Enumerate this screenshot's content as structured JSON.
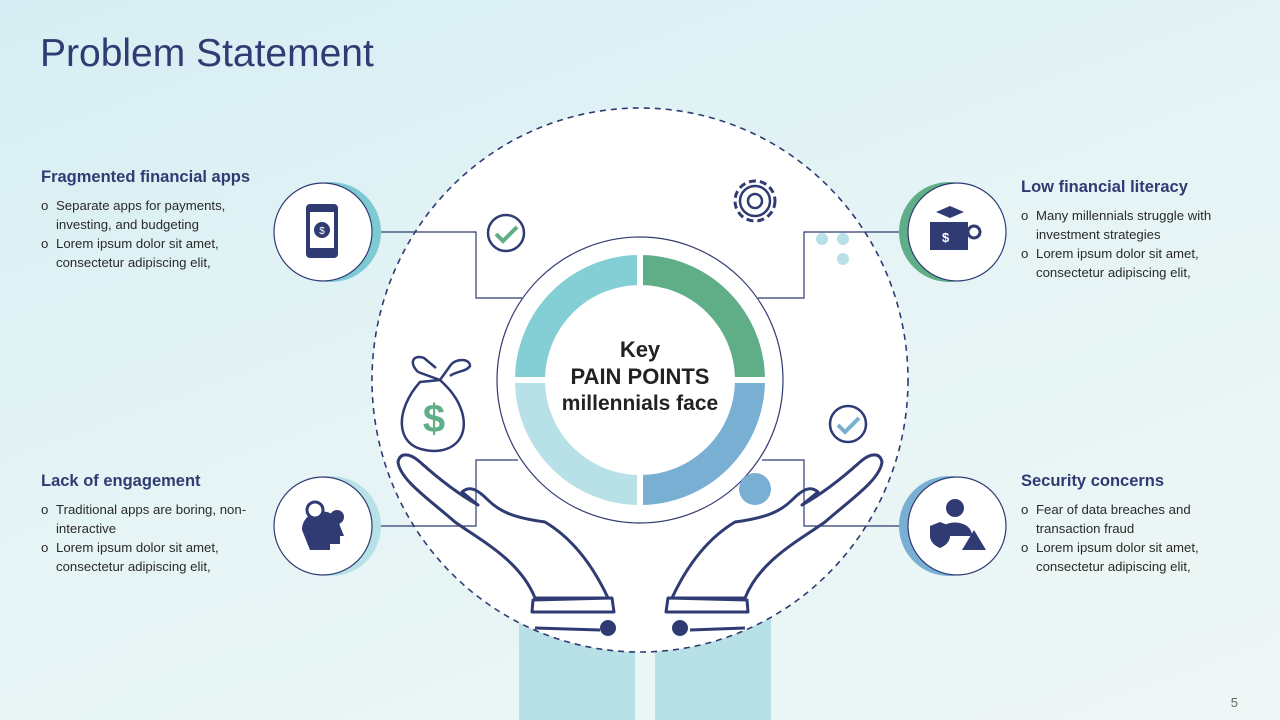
{
  "title": "Problem Statement",
  "center": {
    "line1": "Key",
    "line2": "PAIN POINTS",
    "line3": "millennials face"
  },
  "points": [
    {
      "heading": "Fragmented financial apps",
      "bullets": [
        "Separate apps for payments, investing, and budgeting",
        "Lorem ipsum dolor sit amet, consectetur adipiscing elit,"
      ],
      "icon": "smartphone-dollar-icon",
      "accent": "#7ecad4"
    },
    {
      "heading": "Low financial literacy",
      "bullets": [
        "Many millennials struggle with investment strategies",
        "Lorem ipsum dolor sit amet, consectetur adipiscing elit,"
      ],
      "icon": "book-graduation-icon",
      "accent": "#5fae88"
    },
    {
      "heading": "Lack of engagement",
      "bullets": [
        "Traditional apps are boring, non-interactive",
        "Lorem ipsum dolor sit amet, consectetur adipiscing elit,"
      ],
      "icon": "head-gear-icon",
      "accent": "#b7e1e6"
    },
    {
      "heading": "Security concerns",
      "bullets": [
        "Fear of data breaches and transaction fraud",
        "Lorem ipsum dolor sit amet, consectetur adipiscing elit,"
      ],
      "icon": "user-shield-warning-icon",
      "accent": "#78afd3"
    }
  ],
  "colors": {
    "navy": "#2f3b72",
    "teal": "#84ced6",
    "green": "#5fae88",
    "light_teal": "#b7e1e6",
    "blue": "#78afd3"
  },
  "page_number": "5"
}
